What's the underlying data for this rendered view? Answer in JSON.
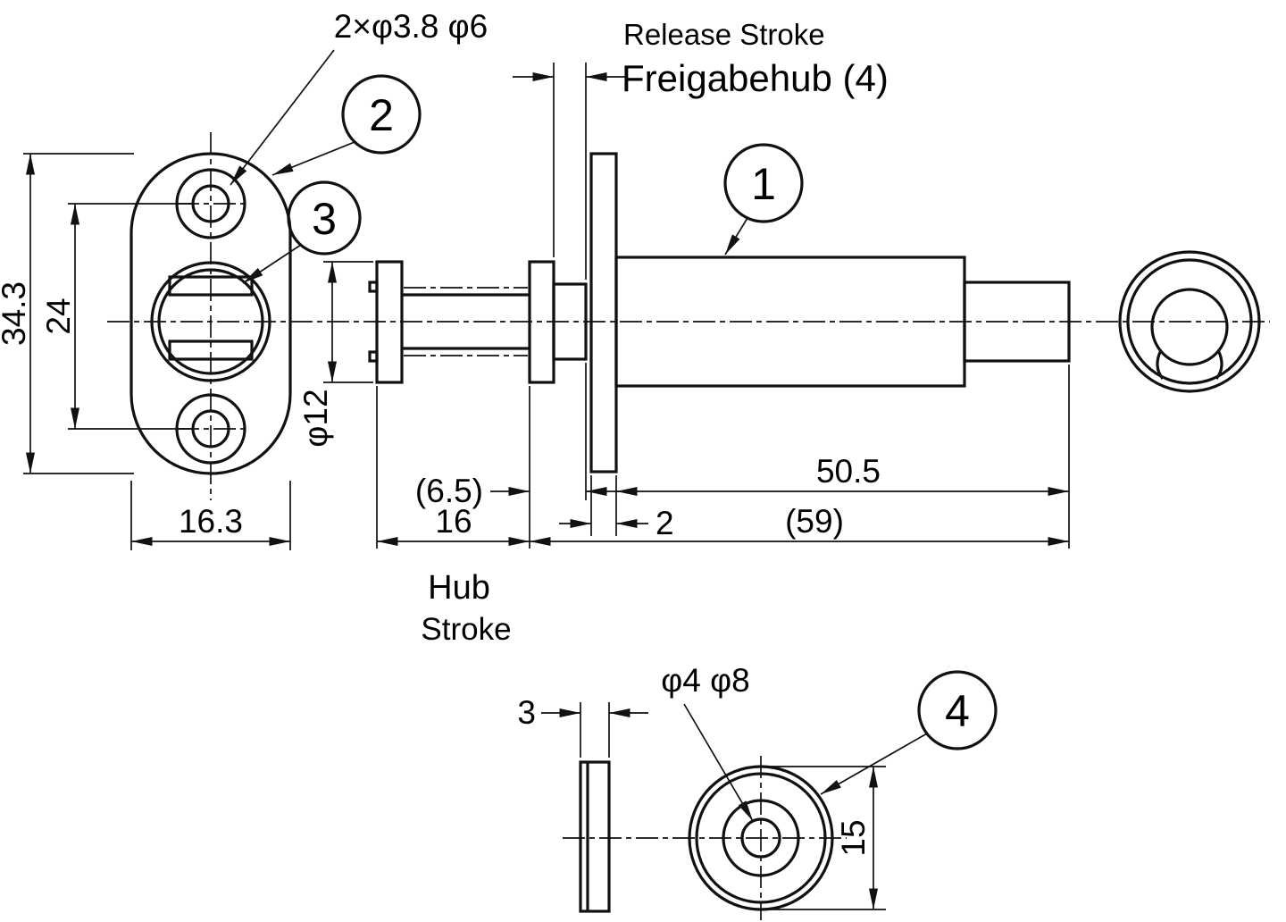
{
  "drawing": {
    "callouts": {
      "mount_holes": "2×φ3.8 φ6",
      "release_stroke_en": "Release Stroke",
      "release_stroke_de": "Freigabehub (4)",
      "hub": "Hub",
      "stroke": "Stroke",
      "washer_holes": "φ4 φ8"
    },
    "balloons": {
      "b1": "1",
      "b2": "2",
      "b3": "3",
      "b4": "4"
    },
    "dimensions": {
      "plate_height": "34.3",
      "hole_pitch": "24",
      "plate_width": "16.3",
      "plunger_dia": "φ12",
      "flange_offset": "(6.5)",
      "stroke_travel": "16",
      "flange_thickness": "2",
      "body_length": "50.5",
      "overall_length": "(59)",
      "washer_thickness": "3",
      "washer_dia": "15"
    },
    "colors": {
      "line": "#111111",
      "background": "#ffffff"
    }
  }
}
